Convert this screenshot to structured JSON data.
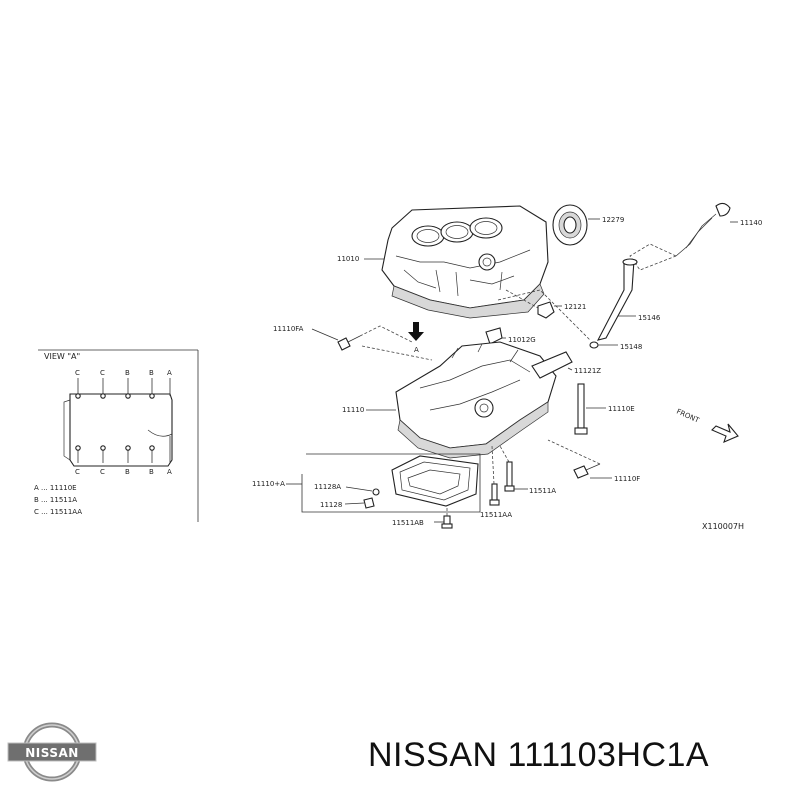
{
  "diagram": {
    "callouts": {
      "p12279": "12279",
      "p11140": "11140",
      "p11010": "11010",
      "p12121": "12121",
      "p11110FA": "11110FA",
      "p15146": "15146",
      "p11012G": "11012G",
      "p15148": "15148",
      "p11121Z": "11121Z",
      "p11110": "11110",
      "p11110E": "11110E",
      "p11110A": "11110+A",
      "p11128A": "11128A",
      "p11128": "11128",
      "p11511A": "11511A",
      "p11110F": "11110F",
      "p11511AB": "11511AB",
      "p11511AA": "11511AA",
      "arrowA": "A"
    },
    "view_a": {
      "title": "VIEW \"A\"",
      "top_markers": [
        "C",
        "C",
        "B",
        "B",
        "A"
      ],
      "bottom_markers": [
        "C",
        "C",
        "B",
        "B",
        "A"
      ],
      "legend": [
        "A ... 11110E",
        "B ... 11511A",
        "C ... 11511AA"
      ]
    },
    "front_label": "FRONT",
    "figure_code": "X110007H"
  },
  "footer": {
    "logo_text": "NISSAN",
    "part_title": "NISSAN 111103HC1A"
  }
}
